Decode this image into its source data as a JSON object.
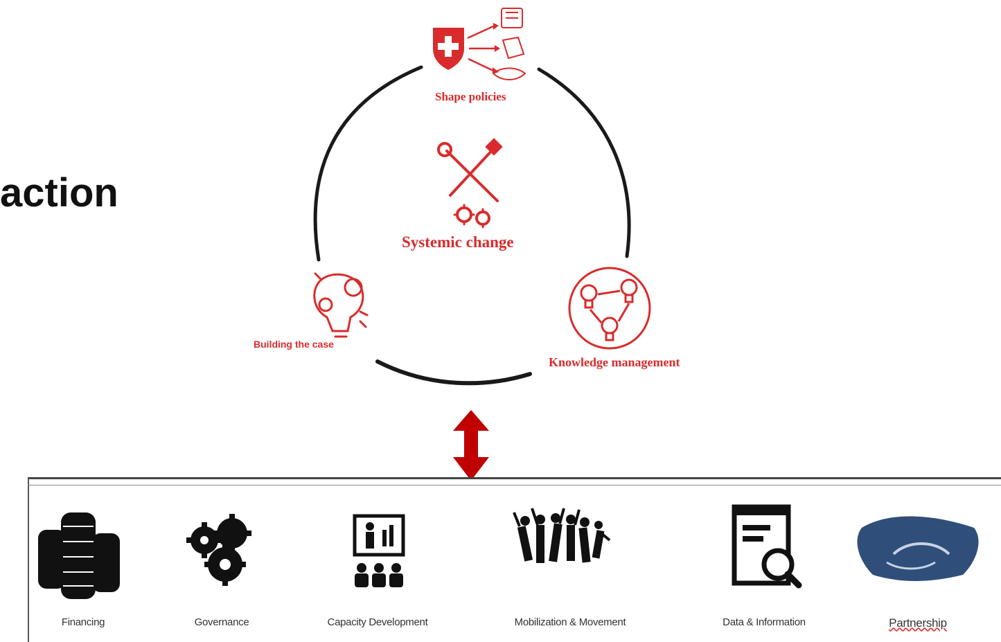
{
  "heading": {
    "text": "action"
  },
  "cycle": {
    "center_label": "Systemic change",
    "nodes": [
      {
        "id": "shape",
        "label": "Shape policies"
      },
      {
        "id": "building",
        "label": "Building the case"
      },
      {
        "id": "knowledge",
        "label": "Knowledge management"
      }
    ]
  },
  "pillars": [
    {
      "label": "Financing",
      "icon": "coin-stacks-icon"
    },
    {
      "label": "Governance",
      "icon": "gears-icon"
    },
    {
      "label": "Capacity Development",
      "icon": "presentation-icon"
    },
    {
      "label": "Mobilization & Movement",
      "icon": "crowd-icon"
    },
    {
      "label": "Data & Information",
      "icon": "document-search-icon"
    },
    {
      "label": "Partnership",
      "icon": "handshake-icon"
    }
  ],
  "colors": {
    "accent": "#d92b2b",
    "arrow": "#c00000",
    "ink": "#111111",
    "handshake": "#2f4f7a"
  }
}
